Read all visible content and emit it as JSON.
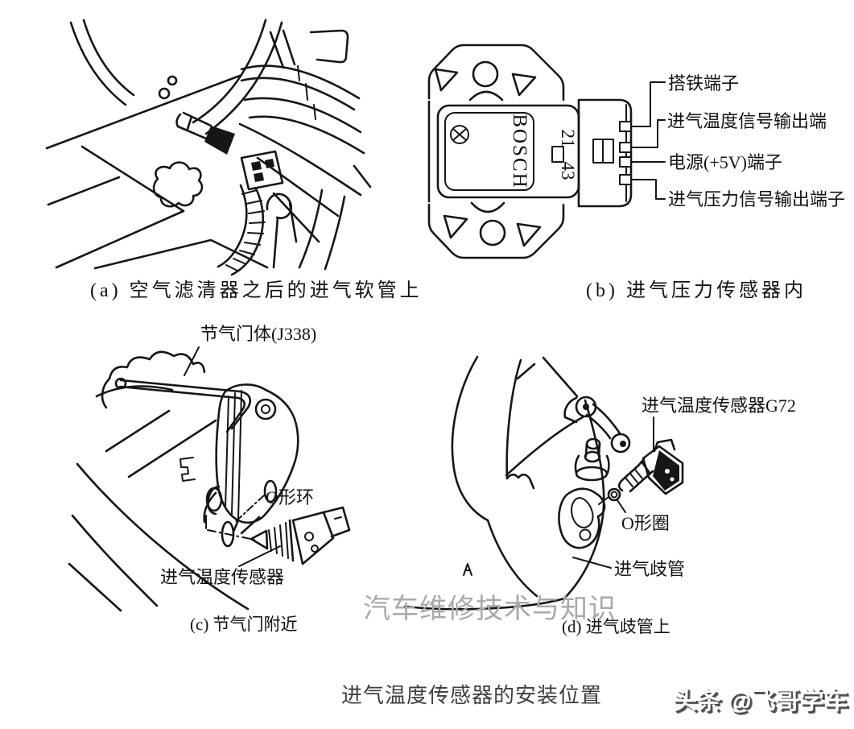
{
  "figure_title": "进气温度传感器的安装位置",
  "watermarks": {
    "center": "汽车维修技术与知识",
    "credit": "头条 @飞哥学车"
  },
  "colors": {
    "line": "#161616",
    "label_text": "#111111",
    "title_text": "#3e3e3e",
    "watermark_gray": "#a9a9a9",
    "credit_shadow": "#4b4b4b",
    "background": "#ffffff"
  },
  "panels": {
    "a": {
      "caption": "(a) 空气滤清器之后的进气软管上"
    },
    "b": {
      "caption": "(b) 进气压力传感器内",
      "sensor_brand": "BOSCH",
      "pin_markings": {
        "upper": "21",
        "lower": "43"
      },
      "terminal_labels": {
        "ground": "搭铁端子",
        "iat_signal": "进气温度信号输出端",
        "power": "电源(+5V)端子",
        "map_signal": "进气压力信号输出端子"
      }
    },
    "c": {
      "caption": "(c) 节气门附近",
      "labels": {
        "throttle_body": "节气门体(J338)",
        "o_ring": "O形环",
        "iat_sensor": "进气温度传感器"
      }
    },
    "d": {
      "caption": "(d) 进气歧管上",
      "labels": {
        "iat_sensor_g72": "进气温度传感器G72",
        "o_ring": "O形圈",
        "intake_manifold": "进气歧管"
      }
    }
  }
}
